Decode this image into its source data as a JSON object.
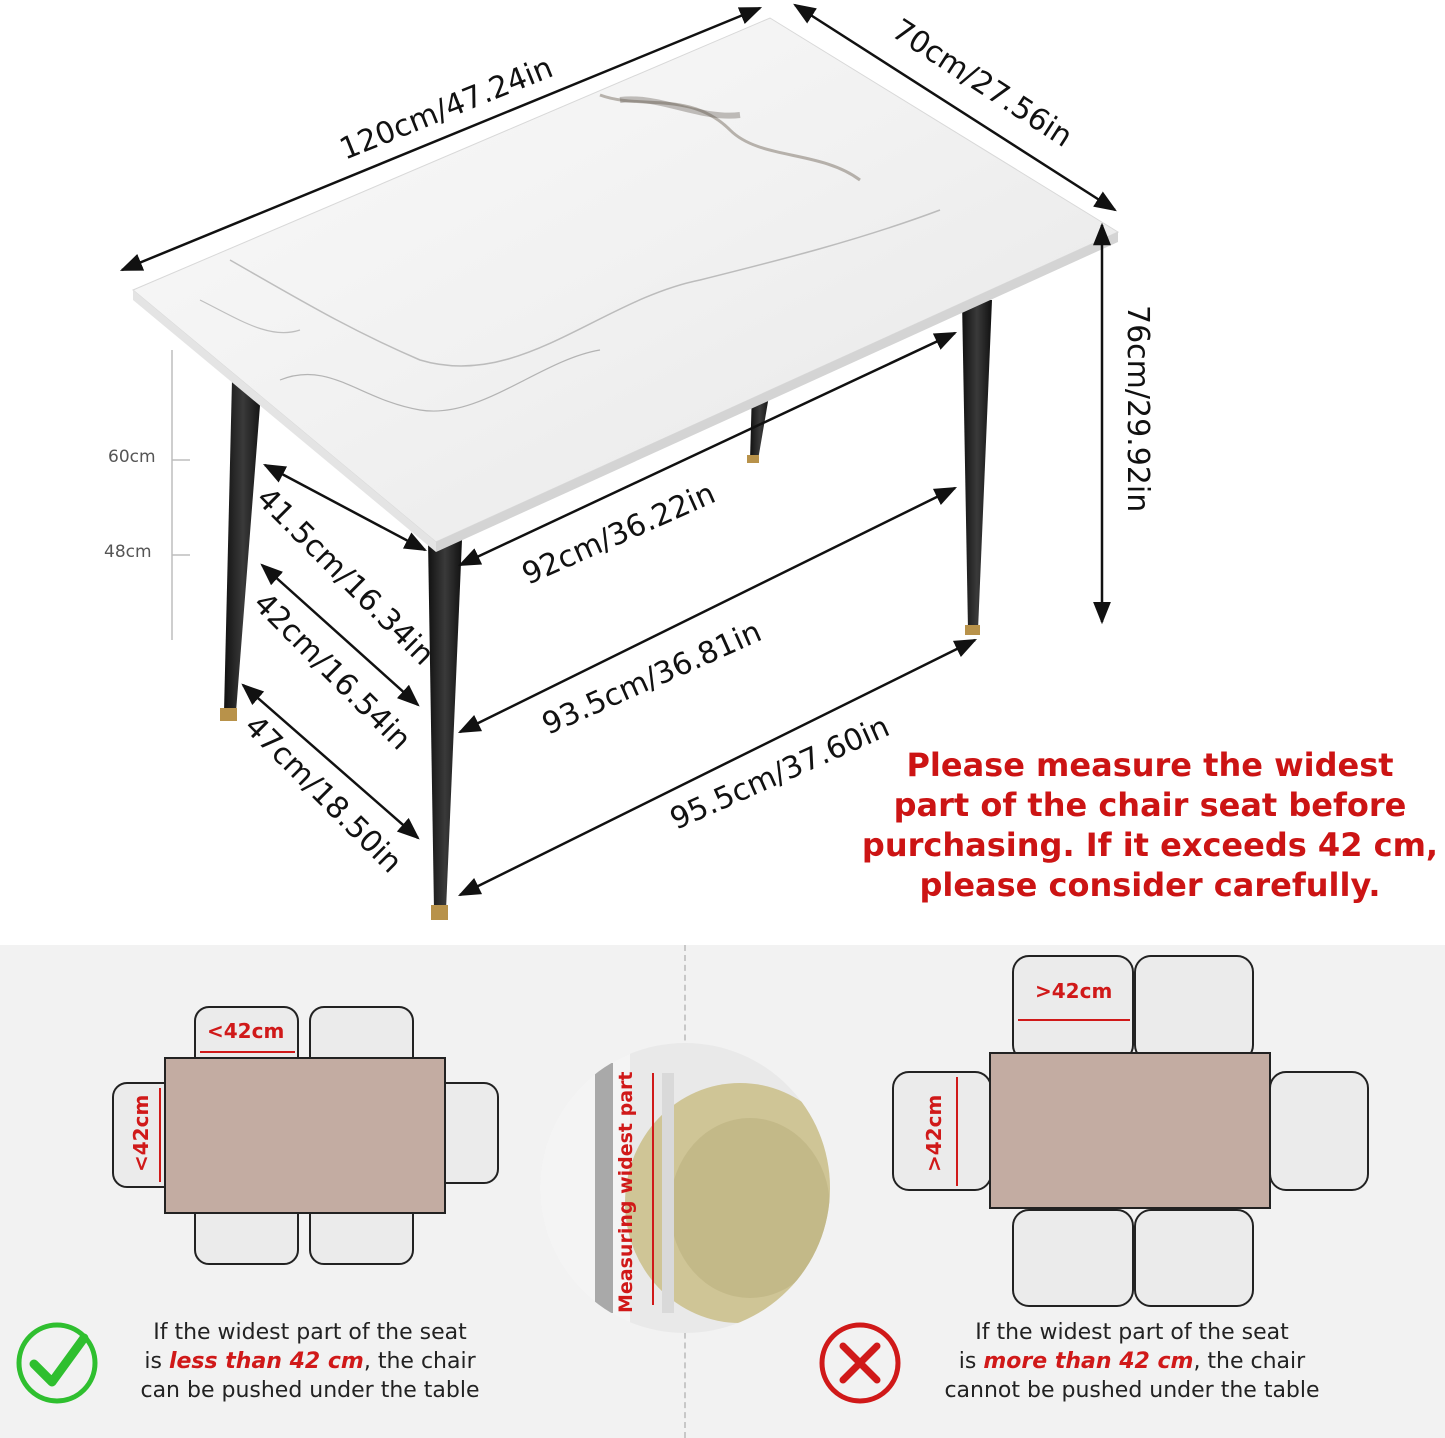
{
  "dimensions": {
    "length": "120cm/47.24in",
    "width": "70cm/27.56in",
    "height": "76cm/29.92in",
    "inner_length_top": "92cm/36.22in",
    "inner_length_mid": "93.5cm/36.81in",
    "inner_length_bottom": "95.5cm/37.60in",
    "inner_width_top": "41.5cm/16.34in",
    "inner_width_mid": "42cm/16.54in",
    "inner_width_bottom": "47cm/18.50in"
  },
  "height_ruler": {
    "mark_upper": "60cm",
    "mark_lower": "48cm"
  },
  "warning": {
    "line1": "Please measure the widest",
    "line2": "part of the chair seat before",
    "line3": "purchasing. If it exceeds 42 cm,",
    "line4": "please consider carefully."
  },
  "left_diagram": {
    "top_label": "<42cm",
    "side_label": "<42cm"
  },
  "right_diagram": {
    "top_label": ">42cm",
    "side_label": ">42cm"
  },
  "photo": {
    "label": "Measuring widest part"
  },
  "left_caption": {
    "line1": "If the widest part of the seat",
    "line2_pre": "is ",
    "line2_em": "less than 42 cm",
    "line2_post": ", the chair",
    "line3": "can be pushed under the table"
  },
  "right_caption": {
    "line1": "If the widest part of the seat",
    "line2_pre": "is ",
    "line2_em": "more than 42 cm",
    "line2_post": ", the chair",
    "line3": "cannot be pushed under the table"
  },
  "colors": {
    "warning": "#cc1414",
    "check": "#2fbf2f",
    "cross": "#d01919",
    "table_top": "#c3aca2"
  }
}
